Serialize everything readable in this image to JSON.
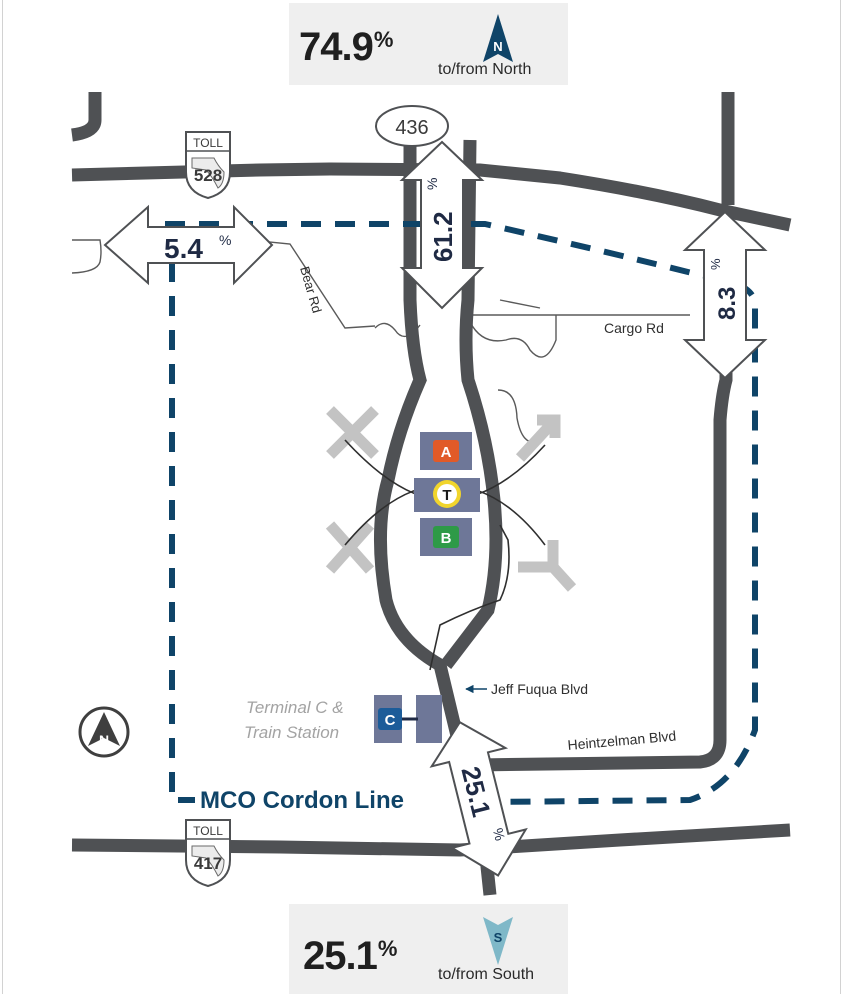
{
  "north": {
    "percent": "74.9",
    "pct_sign": "%",
    "direction_label": "to/from North",
    "compass_letter": "N"
  },
  "south": {
    "percent": "25.1",
    "pct_sign": "%",
    "direction_label": "to/from South",
    "compass_letter": "S"
  },
  "flows": {
    "west": {
      "value": "5.4",
      "sign": "%"
    },
    "north_436": {
      "value": "61.2",
      "sign": "%"
    },
    "east": {
      "value": "8.3",
      "sign": "%"
    },
    "south": {
      "value": "25.1",
      "sign": "%"
    }
  },
  "shields": {
    "sr436": "436",
    "sr528": {
      "top": "TOLL",
      "number": "528"
    },
    "sr417": {
      "top": "TOLL",
      "number": "417"
    }
  },
  "roads": {
    "bear_rd": "Bear Rd",
    "cargo_rd": "Cargo Rd",
    "jeff_fuqua": "Jeff Fuqua Blvd",
    "heintzelman": "Heintzelman Blvd"
  },
  "terminals": {
    "a": "A",
    "b": "B",
    "c": "C",
    "tram": "T"
  },
  "terminal_c_label": {
    "line1": "Terminal C &",
    "line2": "Train Station"
  },
  "cordon_label": "MCO Cordon Line",
  "map_compass_letter": "N",
  "colors": {
    "road": "#4f5154",
    "cordon": "#0f4468",
    "terminal_block": "#6e7798",
    "terminal_a": "#e15a28",
    "terminal_b": "#2e9a47",
    "terminal_c": "#1c5c99",
    "tram": "#f1d52c",
    "runway": "#c3c3c3",
    "compass_n": "#0f4468",
    "compass_s": "#7fb8c8"
  }
}
